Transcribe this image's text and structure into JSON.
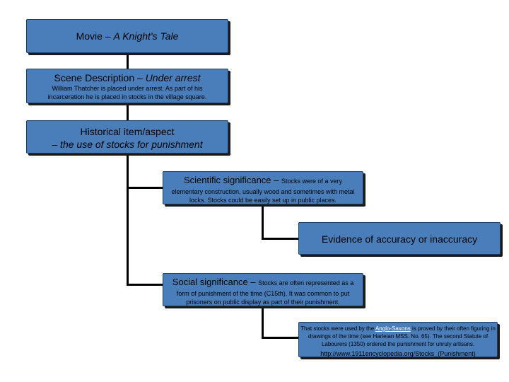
{
  "colors": {
    "box_fill": "#4a7ebb",
    "box_border": "#1f3c66",
    "shadow": "#1a1a1a",
    "connector": "#000000"
  },
  "nodes": {
    "movie": {
      "prefix": "Movie – ",
      "title": "A Knight's Tale"
    },
    "scene": {
      "prefix": "Scene Description – ",
      "title": "Under arrest",
      "body": "William Thatcher is placed under arrest. As part of his incarceration he is placed in stocks in the village square."
    },
    "historical": {
      "line1": "Historical item/aspect",
      "line2": "– the use of stocks for punishment"
    },
    "scientific": {
      "heading": "Scientific significance – ",
      "lead": "Stocks were of a very",
      "body": "elementary construction, usually wood and sometimes with metal locks. Stocks could be easily set up in public places."
    },
    "evidence_sci": {
      "text": "Evidence of accuracy or inaccuracy"
    },
    "social": {
      "heading": "Social significance – ",
      "lead": "Stocks are often represented as a",
      "body": "form of punishment of the time (C15th). It was common to put prisoners on public display as part of their punishment."
    },
    "evidence_soc": {
      "text_before": "That stocks were used by the ",
      "link": "Anglo-Saxons",
      "text_after": " is proved by their often figuring in drawings of the time (see Harleian MSS. No. 65). The second Statute of Labourers (1350) ordered the punishment for unruly artisans.",
      "url": "http://www.1911encyclopedia.org/Stocks_(Punishment)"
    }
  }
}
